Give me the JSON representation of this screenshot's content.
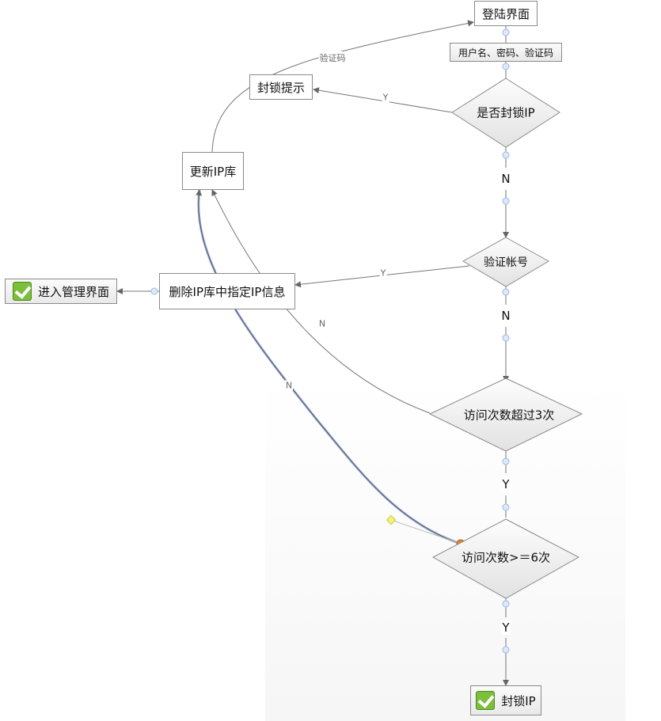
{
  "nodes": {
    "login": "登陆界面",
    "credentials": "用户名、密码、验证码",
    "is_blocked": "是否封锁IP",
    "block_notice": "封锁提示",
    "update_ip": "更新IP库",
    "verify_account": "验证帐号",
    "delete_ip": "删除IP库中指定IP信息",
    "enter_admin": "进入管理界面",
    "attempts_over_3": "访问次数超过3次",
    "attempts_ge_6": "访问次数>＝6次",
    "block_ip": "封锁IP"
  },
  "segment_labels": {
    "n1": "N",
    "n2": "N",
    "y1": "Y",
    "y2": "Y"
  },
  "edge_labels": {
    "captcha": "验证码",
    "y_blocked": "Y",
    "y_verified": "Y",
    "n_over_3": "N",
    "n_ge_6": "N"
  },
  "colors": {
    "line": "#666666",
    "connector_dot": "#9db7e6",
    "check_icon": "#7bbf3a",
    "selected_edge": "#8fa6d8",
    "handle_dot": "#e8872a",
    "handle_diamond": "#f2f27a"
  }
}
